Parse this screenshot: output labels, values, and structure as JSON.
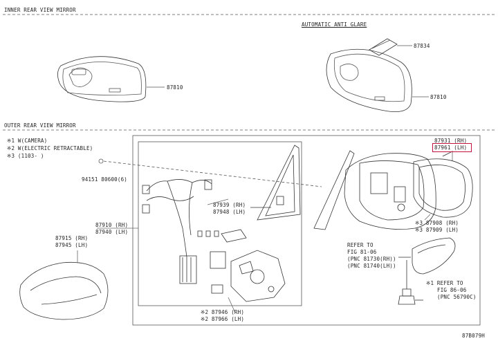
{
  "sections": {
    "inner_title": "INNER REAR VIEW MIRROR",
    "outer_title": "OUTER REAR VIEW MIRROR",
    "auto_anti_glare": "AUTOMATIC ANTI GLARE"
  },
  "notes": {
    "n1": "※1 W(CAMERA)",
    "n2": "※2 W(ELECTRIC RETRACTABLE)",
    "n3": "※3 (1103-    )"
  },
  "parts": {
    "p87810_a": "87810",
    "p87834": "87834",
    "p87810_b": "87810",
    "p94151": "94151  80600(6)",
    "p87910": "87910 (RH)",
    "p87940": "87940 (LH)",
    "p87915": "87915 (RH)",
    "p87945": "87945 (LH)",
    "p87939": "87939 (RH)",
    "p87948": "87948 (LH)",
    "p87931": "87931 (RH)",
    "p87961": "87961 (LH)",
    "p87908": "※3 87908 (RH)",
    "p87909": "※3 87909 (LH)",
    "p87946": "※2 87946 (RH)",
    "p87966": "※2 87966 (LH)"
  },
  "refs": {
    "r1_line1": "REFER TO",
    "r1_line2": "FIG 81-06",
    "r1_line3": "(PNC 81730(RH))",
    "r1_line4": "(PNC 81740(LH))",
    "r2_line1": "※1 REFER TO",
    "r2_line2": "FIG 86-06",
    "r2_line3": "(PNC 56790C)"
  },
  "figure_code": "87B079H",
  "colors": {
    "highlight": "#c0143c",
    "line": "#444444"
  }
}
